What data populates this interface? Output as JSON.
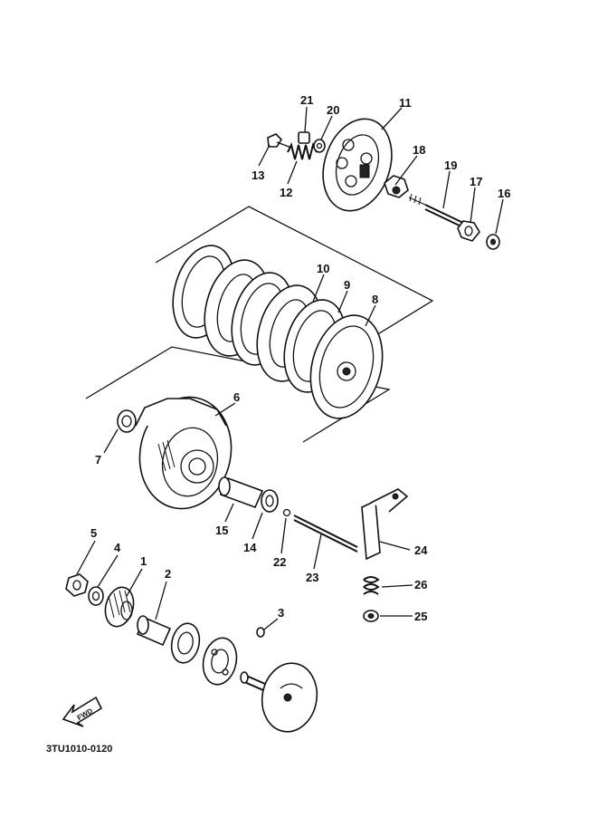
{
  "diagram": {
    "document_code": "3TU1010-0120",
    "fwd_label": "FWD",
    "callouts": [
      "1",
      "2",
      "3",
      "4",
      "5",
      "6",
      "7",
      "8",
      "9",
      "10",
      "11",
      "12",
      "13",
      "14",
      "15",
      "16",
      "17",
      "18",
      "19",
      "20",
      "21",
      "22",
      "23",
      "24",
      "25",
      "26"
    ]
  }
}
